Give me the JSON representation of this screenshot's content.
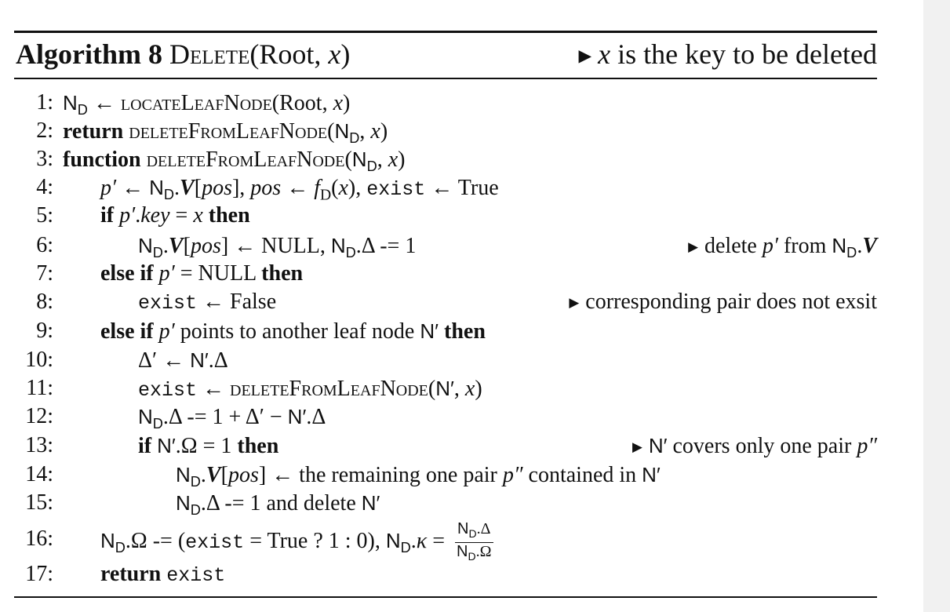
{
  "header": {
    "algorithm_label": "Algorithm 8",
    "procedure_name": "Delete",
    "procedure_args": "(Root, x)",
    "comment": "x is the key to be deleted"
  },
  "lines": [
    {
      "num": "1:",
      "text": "N_D ← locateLeafNode(Root, x)"
    },
    {
      "num": "2:",
      "text": "return deleteFromLeafNode(N_D, x)"
    },
    {
      "num": "3:",
      "text": "function deleteFromLeafNode(N_D, x)"
    },
    {
      "num": "4:",
      "text": "p′ ← N_D.V[pos], pos ← f_D(x), exist ← True"
    },
    {
      "num": "5:",
      "text": "if p′.key = x then"
    },
    {
      "num": "6:",
      "text": "N_D.V[pos] ← NULL, N_D.Δ -= 1",
      "comment": "delete p′ from N_D.V"
    },
    {
      "num": "7:",
      "text": "else if p′ = NULL then"
    },
    {
      "num": "8:",
      "text": "exist ← False",
      "comment": "corresponding pair does not exsit"
    },
    {
      "num": "9:",
      "text": "else if p′ points to another leaf node N′ then"
    },
    {
      "num": "10:",
      "text": "Δ′ ← N′.Δ"
    },
    {
      "num": "11:",
      "text": "exist ← deleteFromLeafNode(N′, x)"
    },
    {
      "num": "12:",
      "text": "N_D.Δ -= 1 + Δ′ − N′.Δ"
    },
    {
      "num": "13:",
      "text": "if N′.Ω = 1 then",
      "comment": "N′ covers only one pair p″"
    },
    {
      "num": "14:",
      "text": "N_D.V[pos] ← the remaining one pair p″ contained in N′"
    },
    {
      "num": "15:",
      "text": "N_D.Δ -= 1 and delete N′"
    },
    {
      "num": "16:",
      "text": "N_D.Ω -= (exist = True ? 1 : 0), N_D.κ = N_D.Δ / N_D.Ω"
    },
    {
      "num": "17:",
      "text": "return exist"
    }
  ]
}
